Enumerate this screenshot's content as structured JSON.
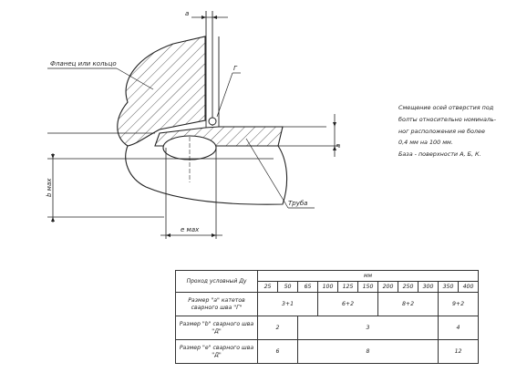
{
  "drawing": {
    "labels": {
      "flange": "Фланец или кольцо",
      "a_top": "a",
      "a_right": "a",
      "g": "Г",
      "pipe": "Труба",
      "b_max": "b мах",
      "e_max": "e мах"
    }
  },
  "note": {
    "lines": [
      "Смещение осей отверстия под",
      "болты относительно номиналь-",
      "ног расположения не более",
      "0,4 мм на 100 мм.",
      "База - поверхности А, Б, К."
    ]
  },
  "table": {
    "corner_header": "Проход условный Ду",
    "unit": "мм",
    "du_values": [
      "25",
      "50",
      "65",
      "100",
      "125",
      "150",
      "200",
      "250",
      "300",
      "350",
      "400"
    ],
    "rows": [
      {
        "label": "Размер \"а\" катетов сварного шва \"Г\"",
        "cells": [
          "3+1",
          "6+2",
          "8+2",
          "9+2"
        ]
      },
      {
        "label": "Размер \"b\" сварного шва \"Д\"",
        "cells": [
          "2",
          "3",
          "4"
        ]
      },
      {
        "label": "Размер \"е\" сварного шва \"Д\"",
        "cells": [
          "6",
          "8",
          "12"
        ]
      }
    ]
  }
}
